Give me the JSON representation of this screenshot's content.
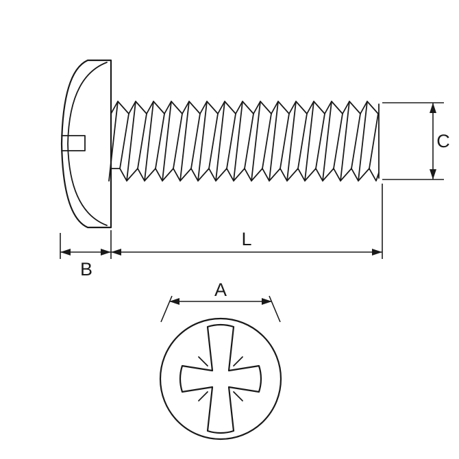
{
  "diagram": {
    "type": "technical-drawing",
    "subject": "phillips-pan-head-machine-screw",
    "views": [
      "side-profile-view",
      "head-front-view"
    ],
    "labels": {
      "head_diameter": "A",
      "head_height": "B",
      "thread_diameter": "C",
      "length": "L"
    },
    "colors": {
      "line": "#1a1a1a",
      "background": "#ffffff"
    }
  }
}
